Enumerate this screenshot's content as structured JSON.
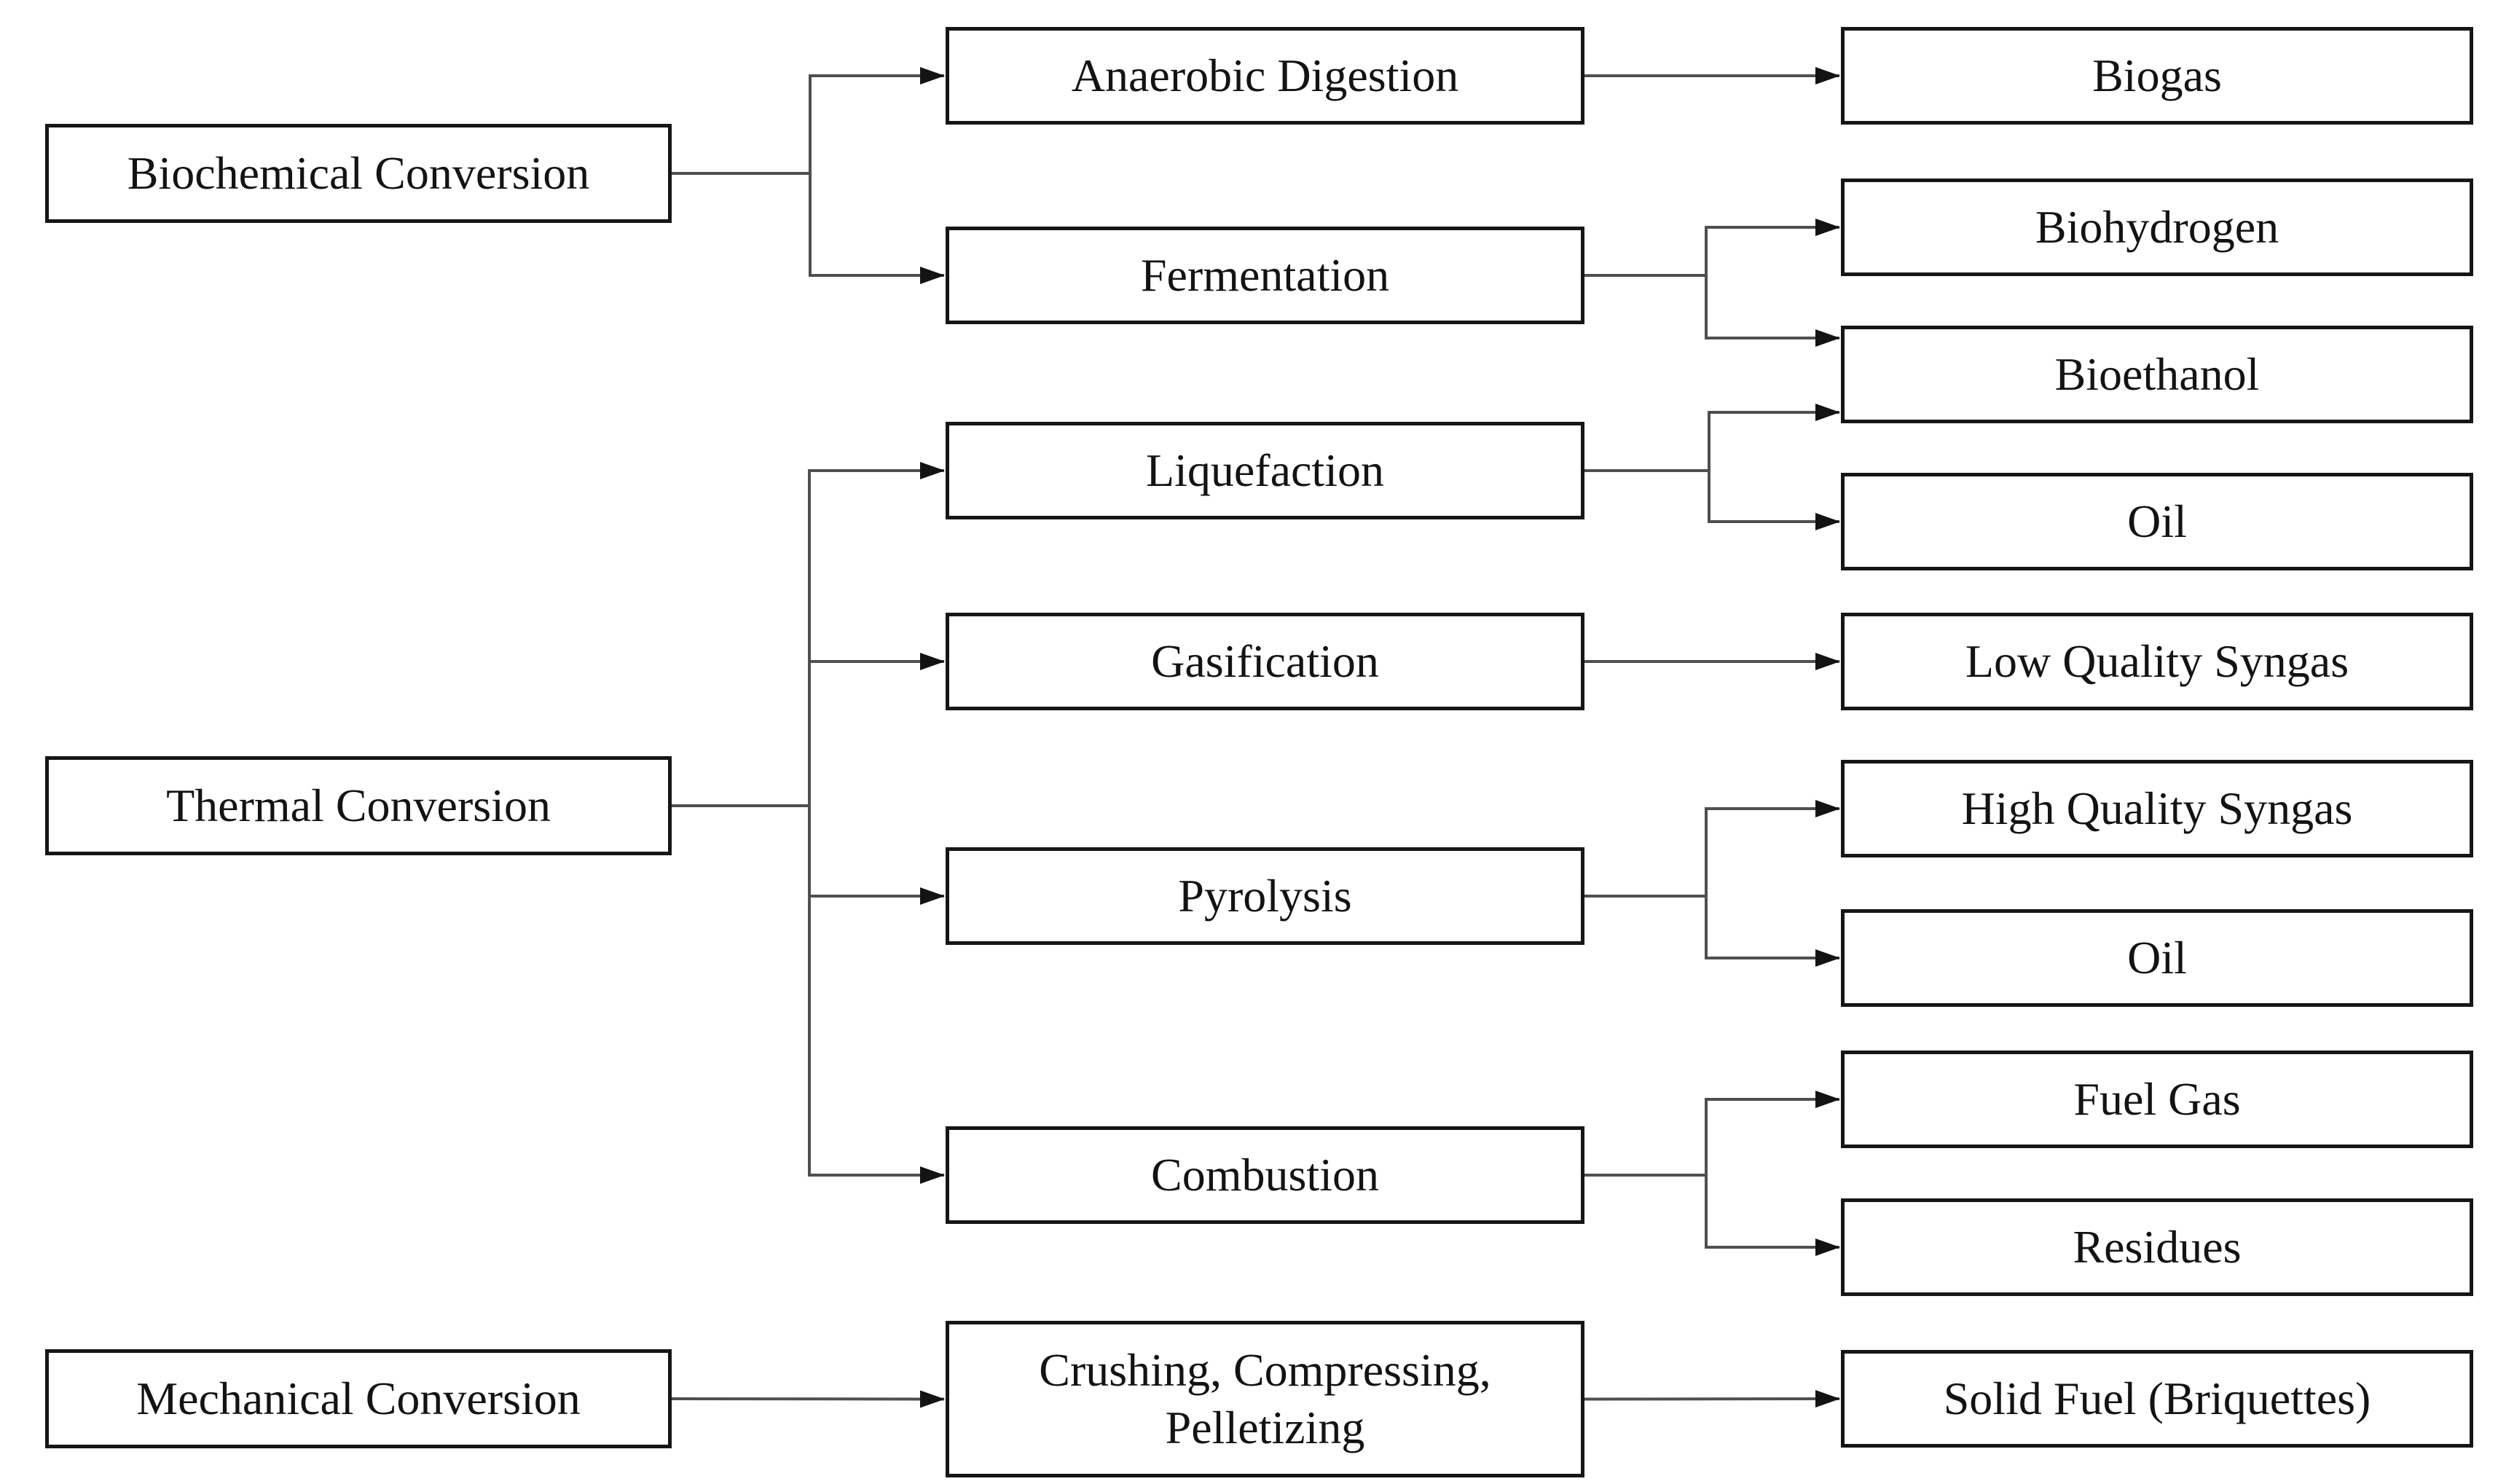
{
  "figure": {
    "nodes": [
      {
        "id": "biochemical-conversion",
        "label": "Biochemical Conversion",
        "role": "conversion-category"
      },
      {
        "id": "thermal-conversion",
        "label": "Thermal Conversion",
        "role": "conversion-category"
      },
      {
        "id": "mechanical-conversion",
        "label": "Mechanical Conversion",
        "role": "conversion-category"
      },
      {
        "id": "anaerobic-digestion",
        "label": "Anaerobic Digestion",
        "role": "process"
      },
      {
        "id": "fermentation",
        "label": "Fermentation",
        "role": "process"
      },
      {
        "id": "liquefaction",
        "label": "Liquefaction",
        "role": "process"
      },
      {
        "id": "gasification",
        "label": "Gasification",
        "role": "process"
      },
      {
        "id": "pyrolysis",
        "label": "Pyrolysis",
        "role": "process"
      },
      {
        "id": "combustion",
        "label": "Combustion",
        "role": "process"
      },
      {
        "id": "crushing-compressing-pelletizing",
        "label": "Crushing, Compressing, Pelletizing",
        "role": "process"
      },
      {
        "id": "biogas",
        "label": "Biogas",
        "role": "product"
      },
      {
        "id": "biohydrogen",
        "label": "Biohydrogen",
        "role": "product"
      },
      {
        "id": "bioethanol",
        "label": "Bioethanol",
        "role": "product"
      },
      {
        "id": "oil-liquefaction",
        "label": "Oil",
        "role": "product"
      },
      {
        "id": "low-quality-syngas",
        "label": "Low Quality Syngas",
        "role": "product"
      },
      {
        "id": "high-quality-syngas",
        "label": "High Quality Syngas",
        "role": "product"
      },
      {
        "id": "oil-pyrolysis",
        "label": "Oil",
        "role": "product"
      },
      {
        "id": "fuel-gas",
        "label": "Fuel Gas",
        "role": "product"
      },
      {
        "id": "residues",
        "label": "Residues",
        "role": "product"
      },
      {
        "id": "solid-fuel-briquettes",
        "label": "Solid Fuel (Briquettes)",
        "role": "product"
      }
    ],
    "edges": [
      {
        "from": "biochemical-conversion",
        "to": "anaerobic-digestion"
      },
      {
        "from": "biochemical-conversion",
        "to": "fermentation"
      },
      {
        "from": "anaerobic-digestion",
        "to": "biogas"
      },
      {
        "from": "fermentation",
        "to": "biohydrogen"
      },
      {
        "from": "fermentation",
        "to": "bioethanol"
      },
      {
        "from": "liquefaction",
        "to": "bioethanol"
      },
      {
        "from": "liquefaction",
        "to": "oil-liquefaction"
      },
      {
        "from": "thermal-conversion",
        "to": "liquefaction"
      },
      {
        "from": "thermal-conversion",
        "to": "gasification"
      },
      {
        "from": "thermal-conversion",
        "to": "pyrolysis"
      },
      {
        "from": "thermal-conversion",
        "to": "combustion"
      },
      {
        "from": "gasification",
        "to": "low-quality-syngas"
      },
      {
        "from": "pyrolysis",
        "to": "high-quality-syngas"
      },
      {
        "from": "pyrolysis",
        "to": "oil-pyrolysis"
      },
      {
        "from": "combustion",
        "to": "fuel-gas"
      },
      {
        "from": "combustion",
        "to": "residues"
      },
      {
        "from": "mechanical-conversion",
        "to": "crushing-compressing-pelletizing"
      },
      {
        "from": "crushing-compressing-pelletizing",
        "to": "solid-fuel-briquettes"
      }
    ],
    "colors": {
      "background": "#ffffff",
      "box_fill": "#ffffff",
      "box_border": "#161616",
      "connector_line": "#4f4f4f",
      "arrowhead": "#131313",
      "text": "#131313"
    }
  }
}
